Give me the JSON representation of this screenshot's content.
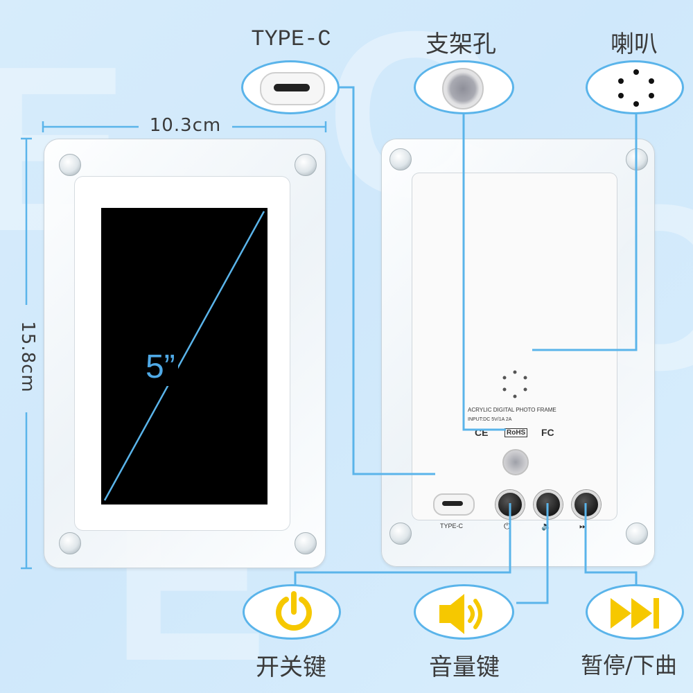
{
  "dimensions": {
    "width": "10.3cm",
    "height": "15.8cm"
  },
  "screen": {
    "size_label": "5”"
  },
  "callouts": {
    "type_c": "TYPE-C",
    "stand_hole": "支架孔",
    "speaker": "喇叭",
    "power_key": "开关键",
    "volume_key": "音量键",
    "pause_next": "暂停/下曲"
  },
  "back_panel": {
    "product_name": "ACRYLIC DIGITAL PHOTO FRAME",
    "input_spec": "INPUT:DC 5V/1A 2A",
    "ce_mark": "CE",
    "rohs_mark": "RoHS",
    "fc_mark": "FC",
    "port_label": "TYPE-C"
  },
  "icons": {
    "power": "power-icon",
    "volume": "speaker-volume-icon",
    "next": "fast-forward-icon",
    "stand": "stand-hole-icon",
    "speaker": "speaker-grille-icon",
    "usb": "usb-c-port-icon"
  },
  "colors": {
    "accent_line": "#5ab4ea",
    "icon_yellow": "#f6c800",
    "background": "#d3ebfb",
    "screen": "#000000",
    "size_text": "#4fa9e6"
  }
}
